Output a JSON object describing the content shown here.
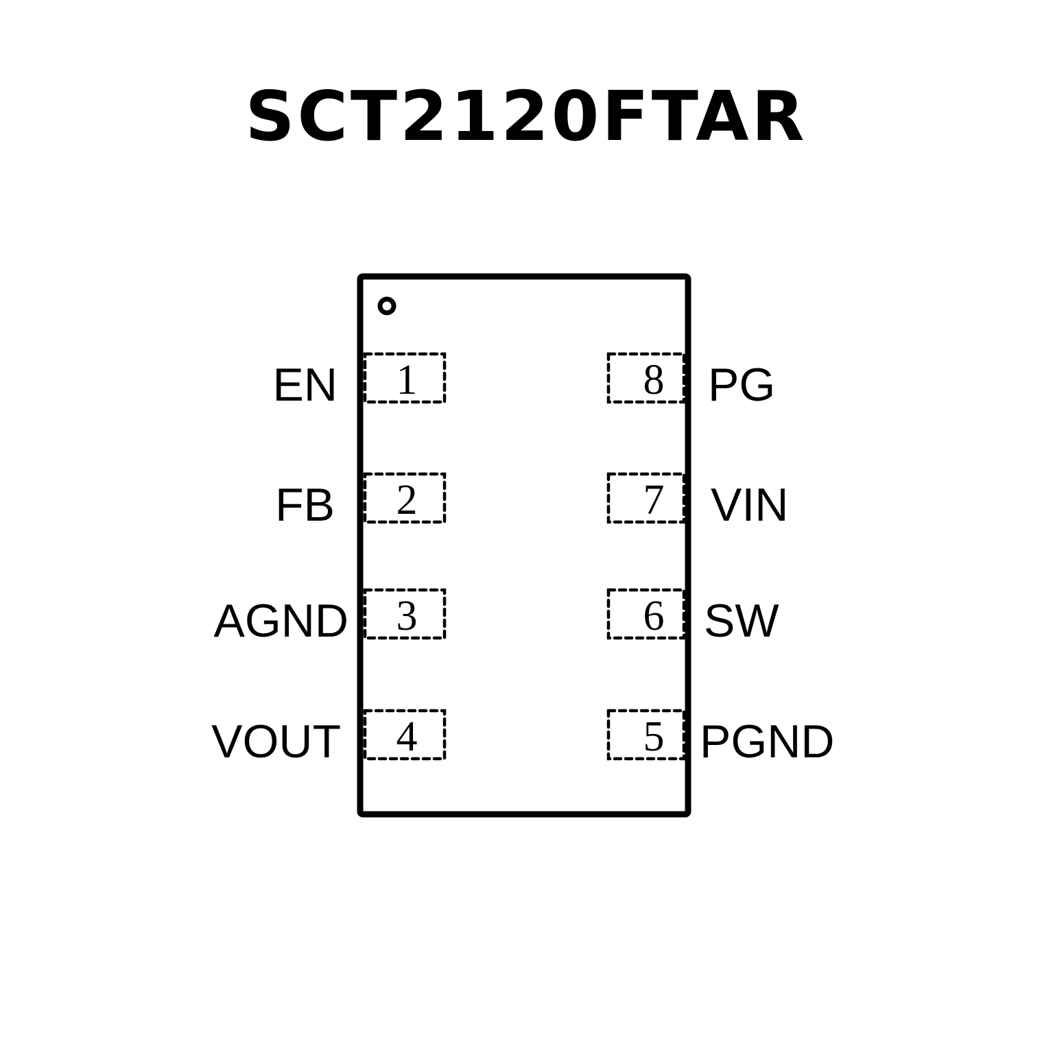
{
  "title": "SCT2120FTAR",
  "pins_left": [
    {
      "num": "1",
      "name": "EN"
    },
    {
      "num": "2",
      "name": "FB"
    },
    {
      "num": "3",
      "name": "AGND"
    },
    {
      "num": "4",
      "name": "VOUT"
    }
  ],
  "pins_right": [
    {
      "num": "8",
      "name": "PG"
    },
    {
      "num": "7",
      "name": "VIN"
    },
    {
      "num": "6",
      "name": "SW"
    },
    {
      "num": "5",
      "name": "PGND"
    }
  ]
}
